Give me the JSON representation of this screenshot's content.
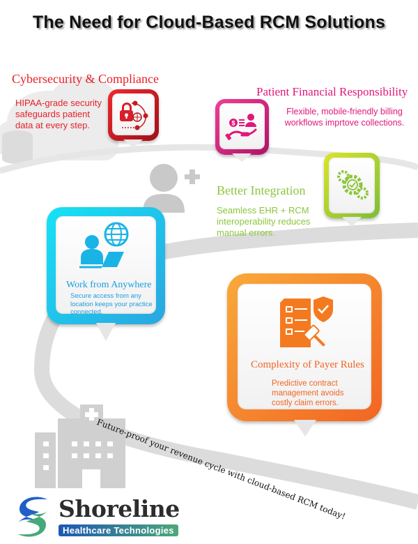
{
  "title": "The Need for Cloud-Based RCM Solutions",
  "colors": {
    "cyber": "#e8202a",
    "financial": "#e0177a",
    "integration": "#8cc63e",
    "anywhere": "#1ab3e6",
    "payer": "#f47a20",
    "road": "#d9d9d9",
    "ghost_icons": "#cfcfcf"
  },
  "items": [
    {
      "id": "cyber",
      "heading": "Cybersecurity & Compliance",
      "description": "HIPAA-grade security safeguards patient data at every step.",
      "icon": "lock-globe-checklist-icon"
    },
    {
      "id": "financial",
      "heading": "Patient Financial Responsibility",
      "description": "Flexible, mobile-friendly billing workflows imprtove collections.",
      "icon": "hand-coin-person-icon"
    },
    {
      "id": "integration",
      "heading": "Better Integration",
      "description": "Seamless EHR + RCM interoperability reduces manual errors.",
      "icon": "gears-check-icon"
    },
    {
      "id": "anywhere",
      "heading": "Work from Anywhere",
      "description": "Secure access from any location keeps your practice connected.",
      "icon": "remote-worker-globe-icon"
    },
    {
      "id": "payer",
      "heading": "Complexity of Payer Rules",
      "description": "Predictive contract management avoids costly claim errors.",
      "icon": "checklist-shield-gavel-icon"
    }
  ],
  "banner": "Future-proof your revenue cycle with cloud-based RCM today!",
  "decor": [
    "cloud-database-icon",
    "doctor-plus-icon",
    "hospital-icon"
  ],
  "logo": {
    "name": "Shoreline",
    "subtitle": "Healthcare Technologies"
  }
}
